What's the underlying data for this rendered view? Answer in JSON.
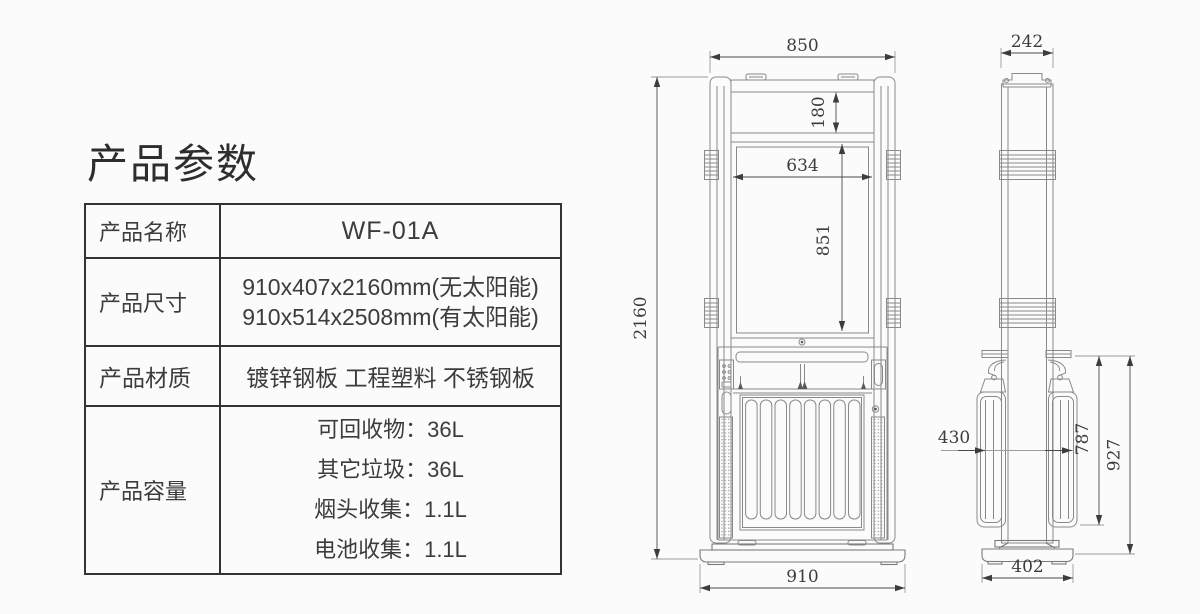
{
  "page_title": "产品参数",
  "colors": {
    "background": "#fbfbfb",
    "table_border": "#333333",
    "text": "#3c3c3c",
    "drawing_line": "#8a8a8a",
    "dimension_text": "#3c3c3c"
  },
  "spec_table": {
    "rows": [
      {
        "label": "产品名称",
        "values": [
          "WF-01A"
        ]
      },
      {
        "label": "产品尺寸",
        "values": [
          "910x407x2160mm(无太阳能)",
          "910x514x2508mm(有太阳能)"
        ]
      },
      {
        "label": "产品材质",
        "values": [
          "镀锌钢板 工程塑料 不锈钢板"
        ]
      },
      {
        "label": "产品容量",
        "values": [
          "可回收物：36L",
          "其它垃圾：36L",
          "烟头收集：1.1L",
          "电池收集：1.1L"
        ]
      }
    ]
  },
  "drawings": {
    "front_view": {
      "dims": {
        "top_width": "850",
        "header_height": "180",
        "panel_width": "634",
        "panel_height": "851",
        "total_height": "2160",
        "base_width": "910"
      }
    },
    "side_view": {
      "dims": {
        "top_width": "242",
        "bin_depth": "430",
        "bin_height": "787",
        "lower_height": "927",
        "base_depth": "402"
      }
    }
  }
}
